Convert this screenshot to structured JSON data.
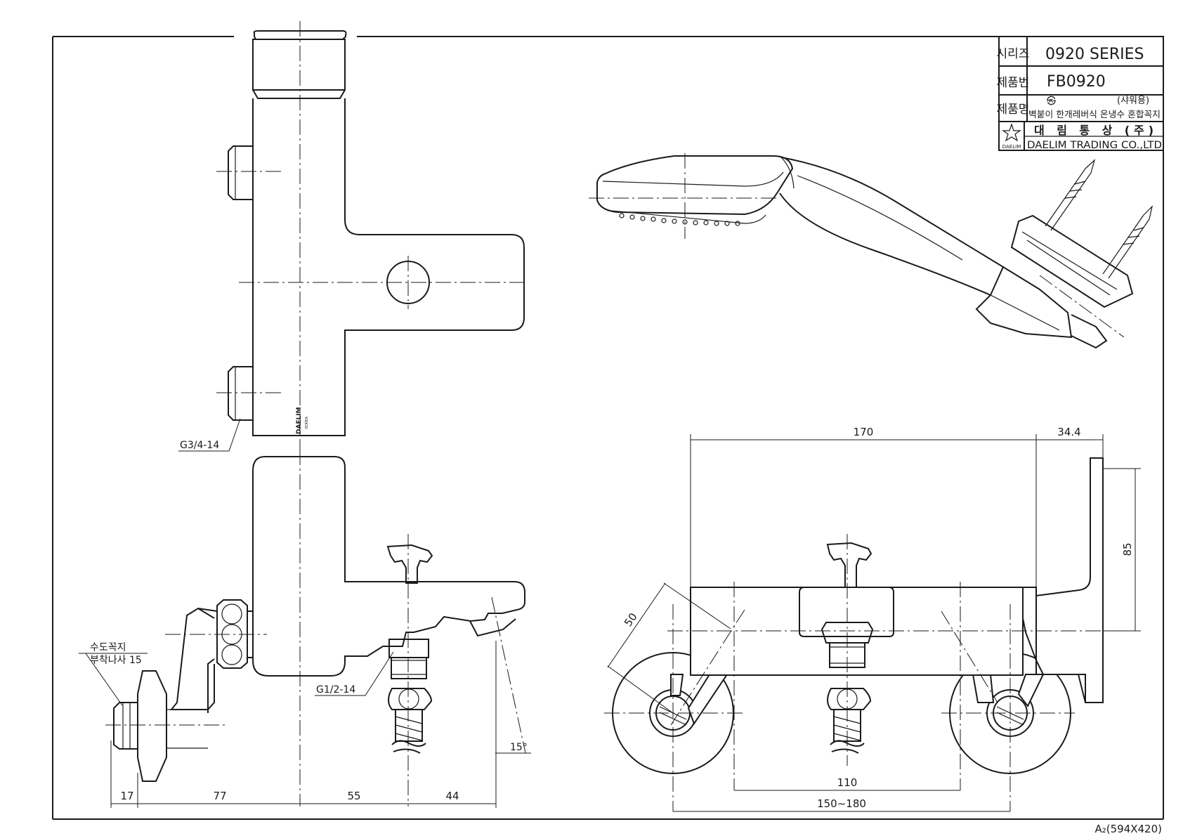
{
  "title_block": {
    "series_label": "시리즈",
    "series_value": "0920 SERIES",
    "product_no_label": "제품번",
    "product_no_value": "FB0920",
    "product_name_label": "제품명",
    "product_name_k_mark": "㉿",
    "product_name_usage": "(샤워용)",
    "product_name_value": "벽붙이 한개레버식 온냉수 혼합꼭지",
    "company_kr": "대 림 통 상 (주)",
    "company_en": "DAELIM TRADING CO.,LTD",
    "logo_text": "DAELIM"
  },
  "body_marking": {
    "brand": "DAELIM",
    "sub": "KOREA"
  },
  "dimensions": {
    "d_170": "170",
    "d_34_4": "34.4",
    "d_85": "85",
    "d_50": "50",
    "d_110": "110",
    "d_150_180": "150~180",
    "d_17": "17",
    "d_77": "77",
    "d_55": "55",
    "d_44": "44",
    "d_15deg": "15°"
  },
  "thread_labels": {
    "g34": "G3/4-14",
    "g12": "G1/2-14",
    "faucet_conn_1": "수도꼭지",
    "faucet_conn_2": "부착나사  15"
  },
  "sheet_size": "A₂(594X420)"
}
